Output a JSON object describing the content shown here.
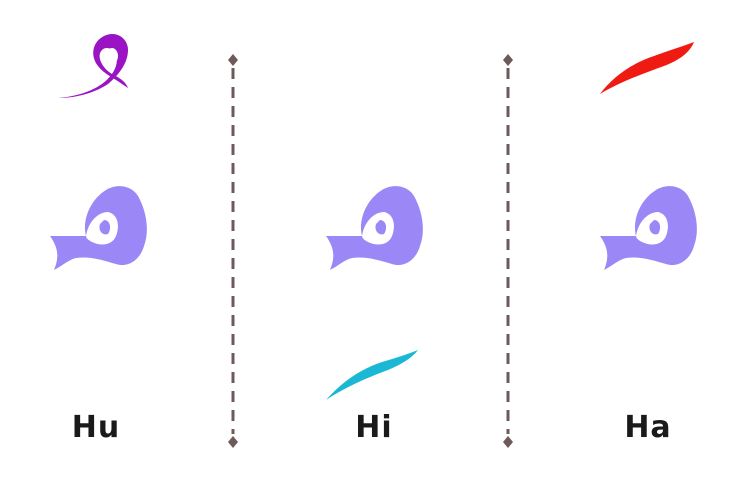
{
  "colors": {
    "letter": "#9b87f5",
    "damma": "#9a14c4",
    "kasra": "#1ab8d4",
    "fatha": "#ef1a12",
    "divider": "#6e5a5a",
    "label": "#1a1a1a",
    "background": "#ffffff"
  },
  "panels": [
    {
      "label": "Hu",
      "diacritic": "damma",
      "diacritic_position": "above"
    },
    {
      "label": "Hi",
      "diacritic": "kasra",
      "diacritic_position": "below"
    },
    {
      "label": "Ha",
      "diacritic": "fatha",
      "diacritic_position": "above"
    }
  ]
}
